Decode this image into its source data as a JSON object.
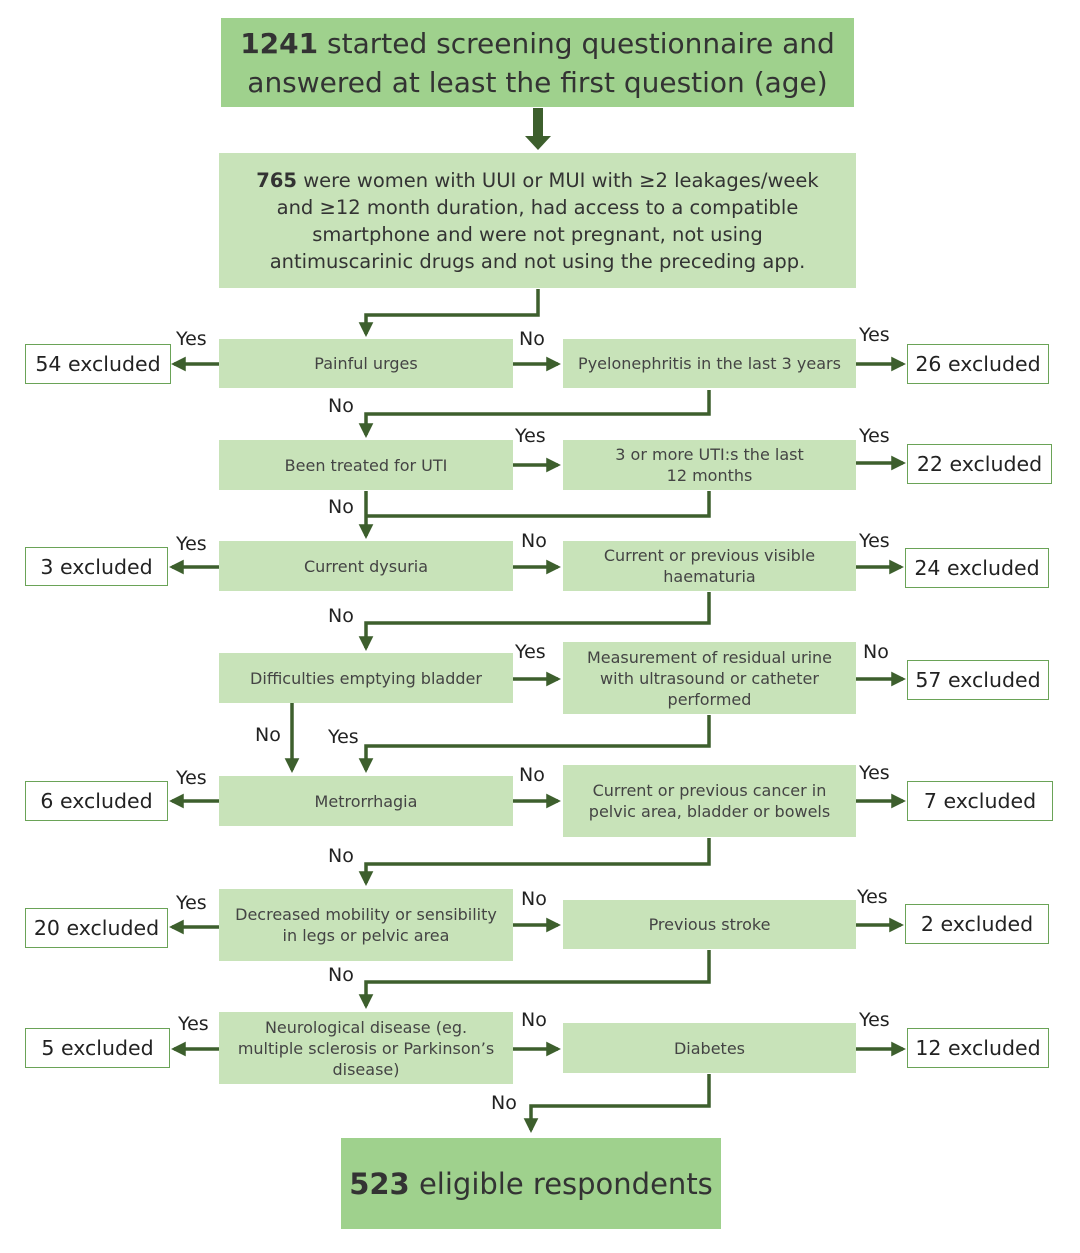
{
  "start": {
    "count": "1241",
    "line1": "started screening questionnaire and",
    "line2": "answered at least the first question (age)"
  },
  "eligible_criteria": {
    "count": "765",
    "line1": "were women with UUI or MUI with ≥2 leakages/week",
    "line2": "and ≥12 month duration, had access to a compatible",
    "line3": "smartphone and were not pregnant, not using",
    "line4": "antimuscarinic drugs and not using the preceding app."
  },
  "questions": {
    "painful_urges": "Painful urges",
    "pyelonephritis": "Pyelonephritis in the last 3 years",
    "treated_uti": "Been treated for UTI",
    "uti_12_months": "3 or more UTI:s the last 12 months",
    "dysuria": "Current dysuria",
    "haematuria": "Current or previous visible haematuria",
    "emptying_bladder": "Difficulties emptying bladder",
    "residual_urine": "Measurement of residual urine with ultrasound or catheter performed",
    "metrorrhagia": "Metrorrhagia",
    "cancer": "Current or previous cancer in pelvic area, bladder or bowels",
    "mobility": "Decreased mobility or sensibility in legs or pelvic area",
    "stroke": "Previous stroke",
    "neurological": "Neurological disease (eg. multiple sclerosis or Parkinson’s disease)",
    "diabetes": "Diabetes"
  },
  "excluded": {
    "e54": "54 excluded",
    "e26": "26 excluded",
    "e22": "22 excluded",
    "e3": "3 excluded",
    "e24": "24 excluded",
    "e57": "57 excluded",
    "e6": "6 excluded",
    "e7": "7 excluded",
    "e20": "20 excluded",
    "e2": "2 excluded",
    "e5": "5 excluded",
    "e12": "12 excluded"
  },
  "labels": {
    "yes": "Yes",
    "no": "No"
  },
  "final": {
    "count": "523",
    "text": "eligible respondents"
  },
  "colors": {
    "dark_green": "#9fd18d",
    "light_green": "#c8e3b9",
    "arrow": "#3d5f2d",
    "border": "#6aa357"
  }
}
